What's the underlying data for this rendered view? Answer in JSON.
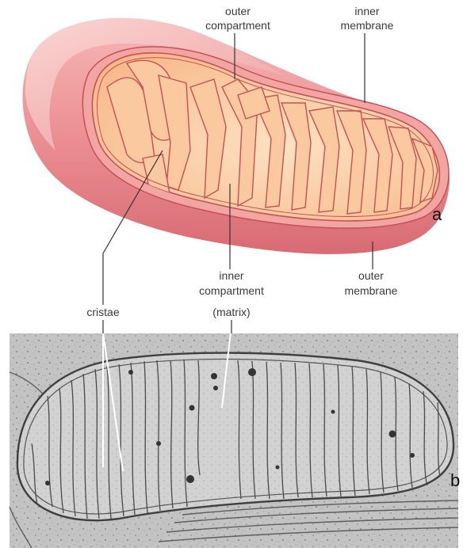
{
  "panel_a": {
    "letter": "a",
    "labels": {
      "outer_compartment_1": "outer",
      "outer_compartment_2": "compartment",
      "inner_membrane_1": "inner",
      "inner_membrane_2": "membrane",
      "inner_compartment_1": "inner",
      "inner_compartment_2": "compartment",
      "matrix": "(matrix)",
      "outer_membrane_1": "outer",
      "outer_membrane_2": "membrane",
      "cristae": "cristae"
    }
  },
  "panel_b": {
    "letter": "b"
  },
  "colors": {
    "outer_shell": "#e98a8e",
    "shell_light": "#f7c4c1",
    "interior": "#fbd0a6",
    "membrane_line": "#c94f55",
    "micrograph_bg": "#bdbdbd"
  }
}
